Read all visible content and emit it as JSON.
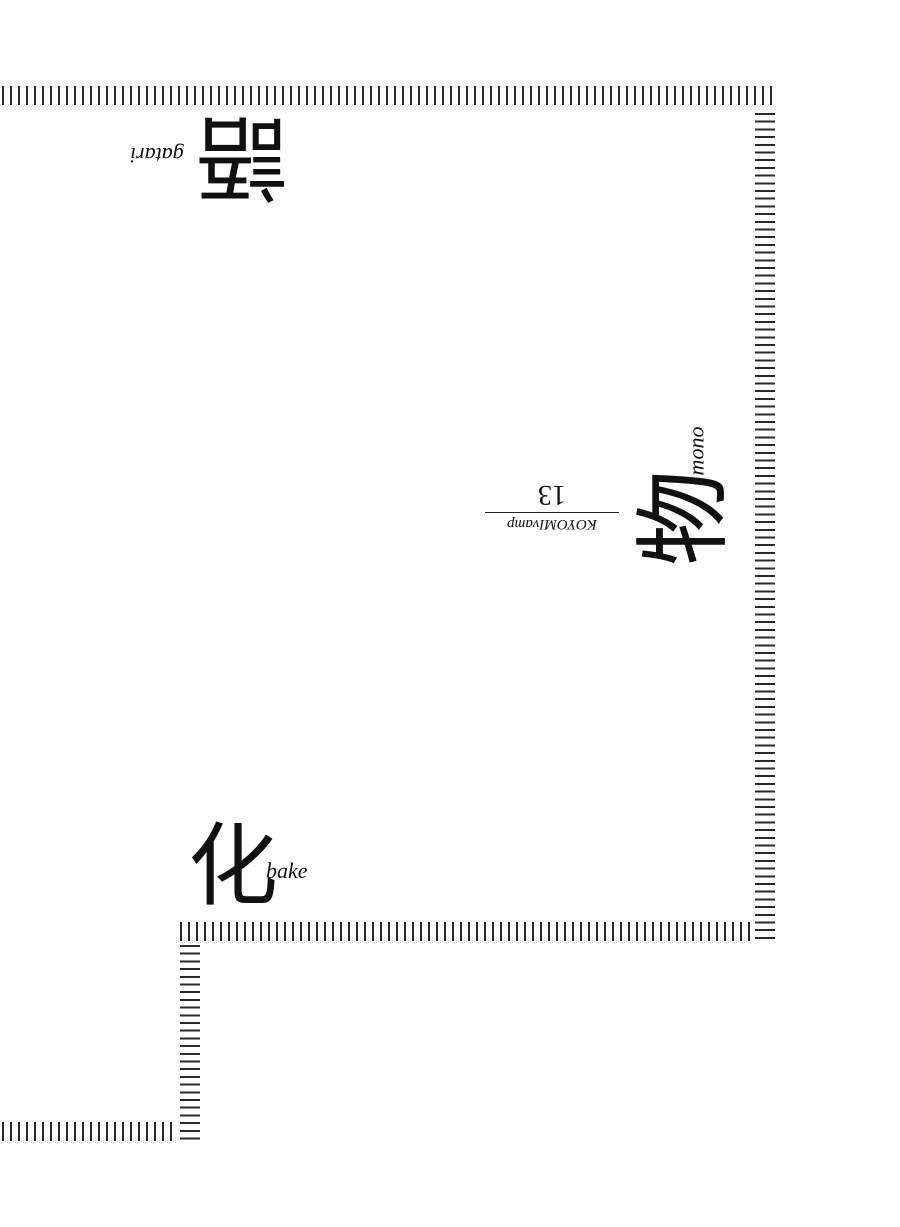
{
  "title_parts": {
    "gatari": {
      "kanji": "語",
      "romaji": "gatari"
    },
    "mono": {
      "kanji": "物",
      "romaji": "mono"
    },
    "bake": {
      "kanji": "化",
      "romaji": "bake"
    }
  },
  "volume": {
    "number": "13",
    "series": "KOYOMIvamp"
  },
  "colors": {
    "ink": "#111111",
    "ticks": "#2a2a2a",
    "background": "#ffffff"
  }
}
